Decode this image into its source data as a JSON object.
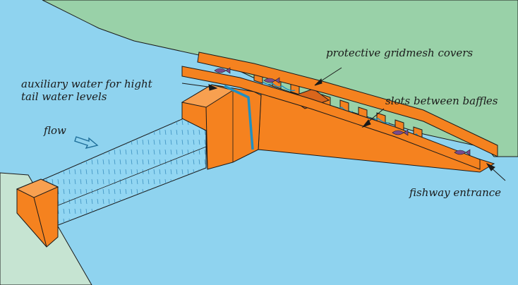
{
  "labels": {
    "covers": "protective gridmesh covers",
    "auxiliary_line1": "auxiliary water for hight",
    "auxiliary_line2": "tail water levels",
    "slots": "slots between baffles",
    "flow": "flow",
    "entrance": "fishway entrance"
  },
  "colors": {
    "water": "#8fd3ef",
    "land": "#99d1a8",
    "shore_bottom": "#c6e4d2",
    "concrete": "#f5821f",
    "concrete_dark": "#d96a10",
    "outline": "#1a1a1a",
    "aux_pipe": "#1f8fc2",
    "fish": "#7a4c8c"
  },
  "icons": {
    "flow_arrow": "flow-arrow-icon",
    "fish": "fish-icon"
  }
}
